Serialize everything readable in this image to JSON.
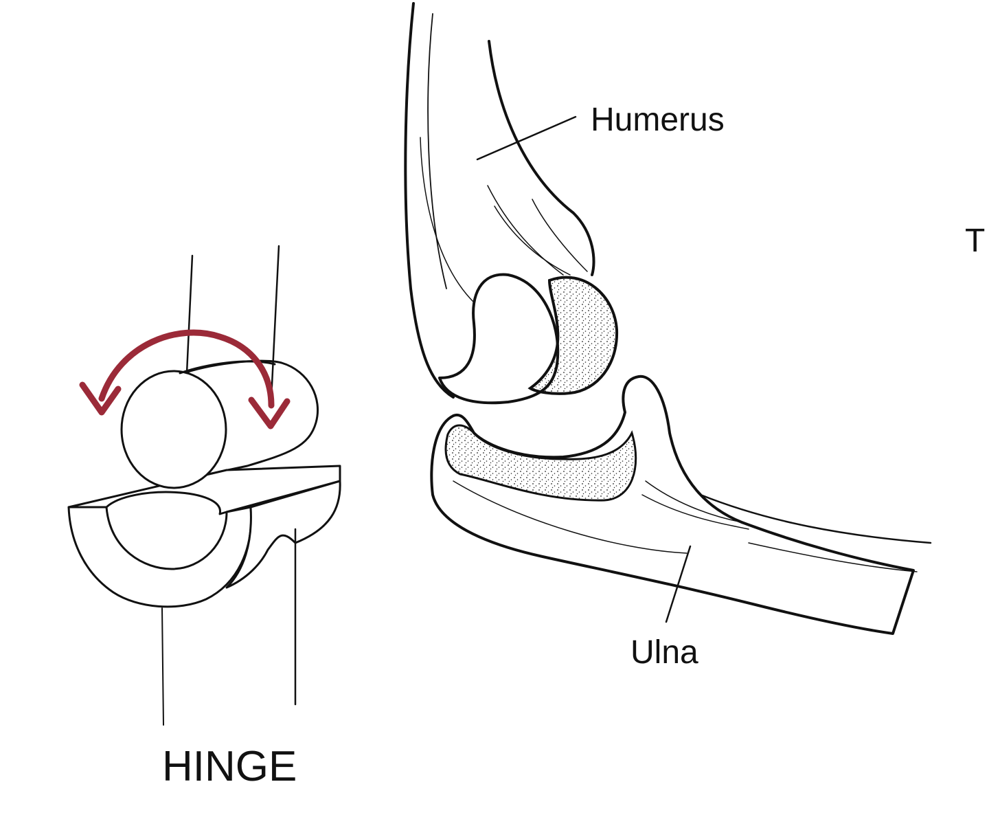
{
  "labels": {
    "humerus": "Humerus",
    "ulna": "Ulna",
    "hinge": "HINGE",
    "cut_off_letter": "T"
  },
  "colors": {
    "ink": "#111111",
    "motion_arrow": "#9b2a38",
    "background": "#ffffff"
  },
  "icons": {
    "motion": "curved-double-arrow-icon"
  }
}
